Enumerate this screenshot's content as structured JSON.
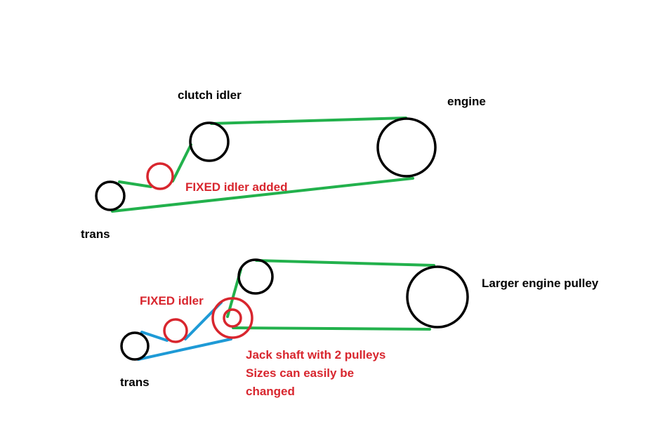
{
  "colors": {
    "pulley": "#000000",
    "belt_green": "#22b14c",
    "belt_blue": "#1e9ad6",
    "added": "#d8262e",
    "text": "#000000",
    "note": "#d8262e"
  },
  "top_diagram": {
    "labels": {
      "clutch_idler": "clutch idler",
      "engine": "engine",
      "trans": "trans",
      "fixed_idler": "FIXED idler added"
    }
  },
  "bottom_diagram": {
    "labels": {
      "larger_engine_pulley": "Larger engine pulley",
      "fixed_idler": "FIXED idler",
      "trans": "trans",
      "jack_shaft_line1": "Jack shaft with 2 pulleys",
      "jack_shaft_line2": "Sizes can easily be",
      "jack_shaft_line3": "changed"
    }
  }
}
